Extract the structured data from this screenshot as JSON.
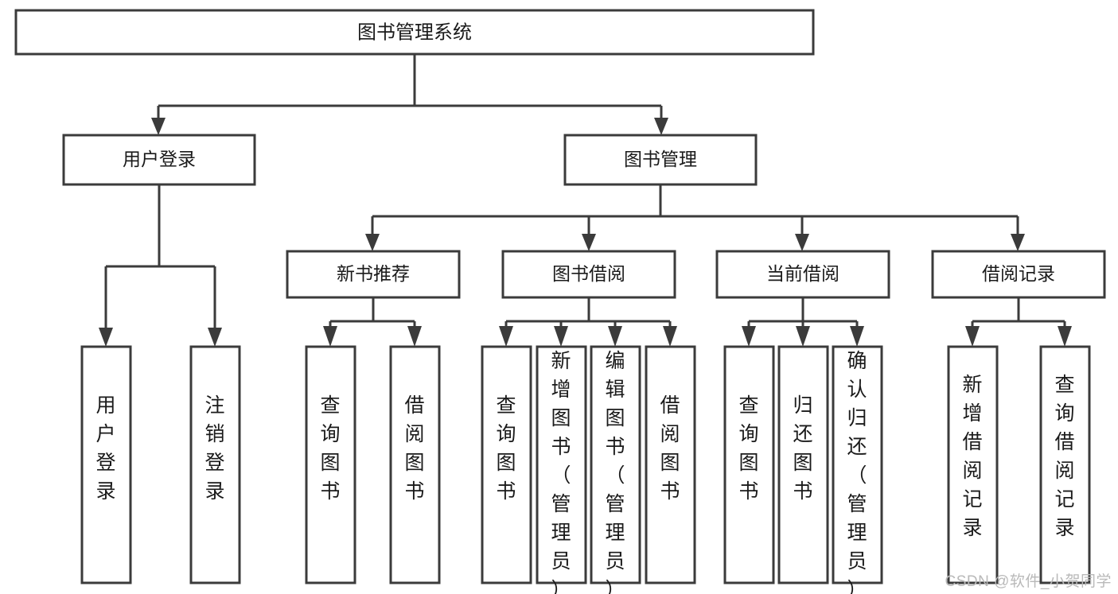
{
  "diagram": {
    "type": "tree-hierarchy",
    "title": "图书管理系统",
    "watermark": "CSDN @软件_小贺同学",
    "colors": {
      "stroke": "#3b3b3b",
      "fill": "#ffffff",
      "text": "#1a1a1a",
      "watermark": "#b9b9b9"
    },
    "levels": {
      "root": {
        "label": "图书管理系统"
      },
      "level2": [
        {
          "id": "user-login",
          "label": "用户登录"
        },
        {
          "id": "book-manage",
          "label": "图书管理"
        }
      ],
      "level3": [
        {
          "id": "new-book-recommend",
          "label": "新书推荐",
          "parent": "book-manage"
        },
        {
          "id": "book-borrow",
          "label": "图书借阅",
          "parent": "book-manage"
        },
        {
          "id": "current-borrow",
          "label": "当前借阅",
          "parent": "book-manage"
        },
        {
          "id": "borrow-record",
          "label": "借阅记录",
          "parent": "book-manage"
        }
      ],
      "leaves": [
        {
          "id": "leaf-user-login",
          "label": "用户登录",
          "parent": "user-login"
        },
        {
          "id": "leaf-logout",
          "label": "注销登录",
          "parent": "user-login"
        },
        {
          "id": "leaf-query-book-1",
          "label": "查询图书",
          "parent": "new-book-recommend"
        },
        {
          "id": "leaf-borrow-book-1",
          "label": "借阅图书",
          "parent": "new-book-recommend"
        },
        {
          "id": "leaf-query-book-2",
          "label": "查询图书",
          "parent": "book-borrow"
        },
        {
          "id": "leaf-add-book",
          "label": "新增图书（管理员）",
          "parent": "book-borrow"
        },
        {
          "id": "leaf-edit-book",
          "label": "编辑图书（管理员）",
          "parent": "book-borrow"
        },
        {
          "id": "leaf-borrow-book-2",
          "label": "借阅图书",
          "parent": "book-borrow"
        },
        {
          "id": "leaf-query-book-3",
          "label": "查询图书",
          "parent": "current-borrow"
        },
        {
          "id": "leaf-return-book",
          "label": "归还图书",
          "parent": "current-borrow"
        },
        {
          "id": "leaf-confirm-return",
          "label": "确认归还（管理员）",
          "parent": "current-borrow"
        },
        {
          "id": "leaf-add-record",
          "label": "新增借阅记录",
          "parent": "borrow-record"
        },
        {
          "id": "leaf-query-record",
          "label": "查询借阅记录",
          "parent": "borrow-record"
        }
      ]
    }
  }
}
